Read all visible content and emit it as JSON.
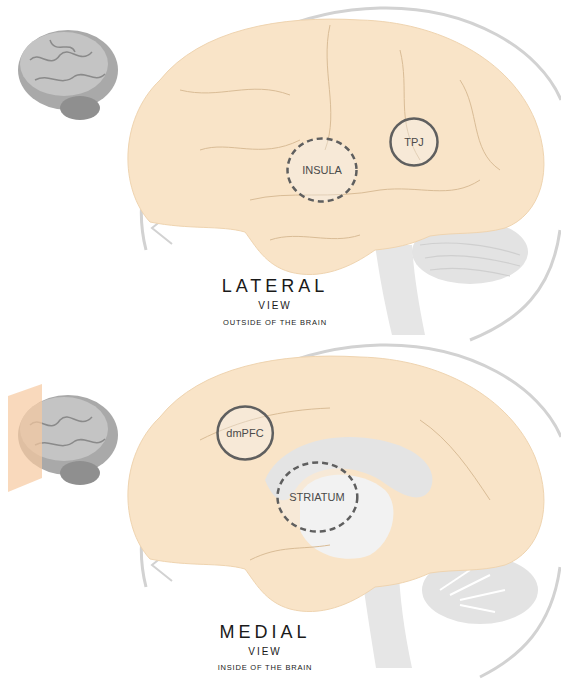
{
  "diagram": {
    "nodes": [
      {
        "text": [
          "INSULA"
        ]
      },
      {
        "text": [
          "TPJ"
        ]
      },
      {
        "text": [
          "dmPFC"
        ]
      },
      {
        "text": [
          "STRIATUM"
        ]
      }
    ],
    "labels": [
      "LATERAL",
      "VIEW",
      "OUTSIDE OF THE BRAIN",
      "MEDIAL",
      "VIEW",
      "INSIDE OF THE BRAIN"
    ]
  }
}
